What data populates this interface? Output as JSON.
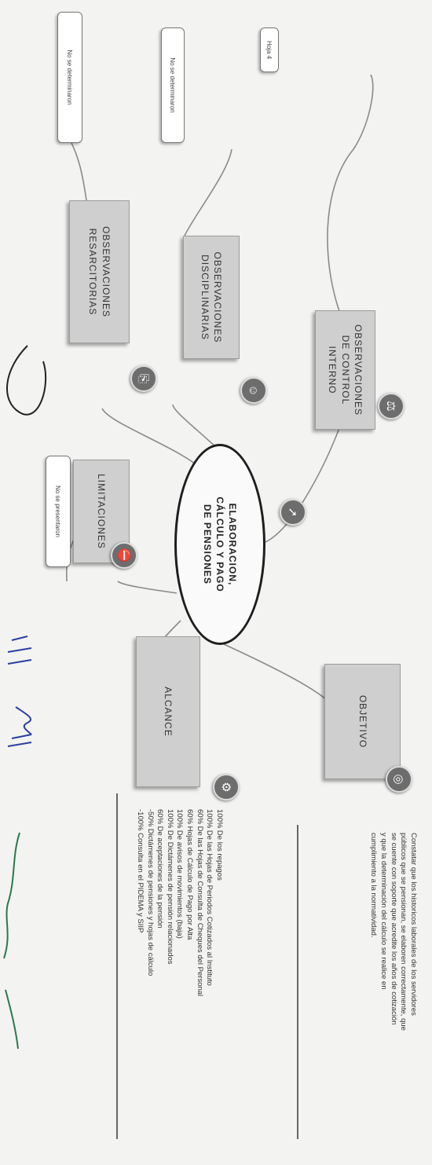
{
  "center": {
    "label": "ELABORACION,\nCÁLCULO Y PAGO\nDE PENSIONES"
  },
  "nodes": {
    "objetivo": "OBJETIVO",
    "alcance": "ALCANCE",
    "limitaciones": "LIMITACIONES",
    "control": "OBSERVACIONES\nDE CONTROL\nINTERNO",
    "disciplinarias": "OBSERVACIONES\nDISCIPLINARIAS",
    "resarcitorias": "OBSERVACIONES\nRESARCITORIAS"
  },
  "leaves": {
    "hoja": "Hoja 4",
    "disciplinarias": "No se determinaron",
    "resarcitorias": "No se determinaron",
    "limitaciones": "No se presentaron"
  },
  "objetivo_text": [
    "Constatar que los historicos laborales de los servidores",
    "públicos que se pensionan, se elaboren correctamente, que",
    "se cuente con soporte que acredite los años de cotización",
    "y que la determinación del cálculo  se realice en",
    "cumplimiento a la normatividad."
  ],
  "alcance_text": [
    "100% De los repagos",
    "100% De las Hojas de Periodos Cotizados al Instituto",
    "60%  De las Hojas de Consulta de Cheques del Personal",
    "60%  Hojas de Cálculo de Pago por Alta",
    "100% De avisos de movimientos (baja)",
    "100% De Dictámenes de pensión relacionados",
    "60%  De aceptaciones de la pensión",
    "-50% Dictámenes de pensiones y hojas de cálculo",
    "-100% Consulta en el PIDEMA y SIIP"
  ]
}
